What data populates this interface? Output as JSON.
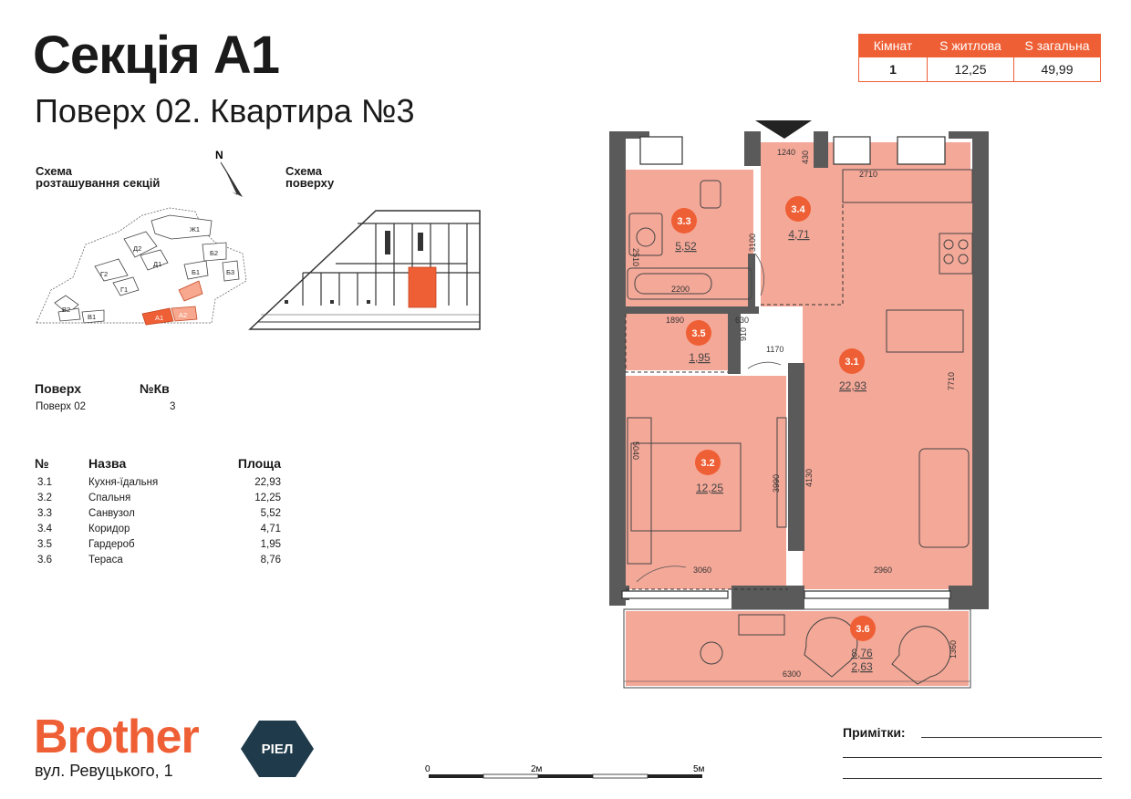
{
  "header": {
    "title": "Секція А1",
    "subtitle": "Поверх 02. Квартира №3"
  },
  "summary": {
    "headers": [
      "Кімнат",
      "S житлова",
      "S загальна"
    ],
    "values": [
      "1",
      "12,25",
      "49,99"
    ]
  },
  "schemes": {
    "sections_label_line1": "Схема",
    "sections_label_line2": "розташування секцій",
    "floor_label_line1": "Схема",
    "floor_label_line2": "поверху",
    "north": "N",
    "section_labels": [
      "Ж1",
      "Д2",
      "Д1",
      "Г2",
      "Г1",
      "Б2",
      "Б1",
      "Б3",
      "А2",
      "А1",
      "В2",
      "В1"
    ]
  },
  "floor_info": {
    "floor_header": "Поверх",
    "apt_header": "№Кв",
    "floor_value": "Поверх 02",
    "apt_value": "3"
  },
  "rooms_table": {
    "headers": [
      "№",
      "Назва",
      "Площа"
    ],
    "rows": [
      {
        "num": "3.1",
        "name": "Кухня-їдальня",
        "area": "22,93"
      },
      {
        "num": "3.2",
        "name": "Спальня",
        "area": "12,25"
      },
      {
        "num": "3.3",
        "name": "Санвузол",
        "area": "5,52"
      },
      {
        "num": "3.4",
        "name": "Коридор",
        "area": "4,71"
      },
      {
        "num": "3.5",
        "name": "Гардероб",
        "area": "1,95"
      },
      {
        "num": "3.6",
        "name": "Тераса",
        "area": "8,76"
      }
    ]
  },
  "plan": {
    "rooms": [
      {
        "id": "3.1",
        "area": "22,93"
      },
      {
        "id": "3.2",
        "area": "12,25"
      },
      {
        "id": "3.3",
        "area": "5,52"
      },
      {
        "id": "3.4",
        "area": "4,71"
      },
      {
        "id": "3.5",
        "area": "1,95"
      },
      {
        "id": "3.6",
        "area": "8,76",
        "area2": "2,63"
      }
    ],
    "dimensions": [
      "1240",
      "430",
      "2710",
      "2510",
      "3100",
      "2200",
      "1890",
      "630",
      "910",
      "1170",
      "7710",
      "5040",
      "3990",
      "4130",
      "3060",
      "2960",
      "6300",
      "1360"
    ]
  },
  "footer": {
    "brand": "Brother",
    "badge": "РІЕЛ",
    "address": "вул. Ревуцького, 1",
    "scale_labels": [
      "0",
      "2м",
      "5м"
    ],
    "notes_label": "Примітки:"
  },
  "colors": {
    "accent": "#ef5f35",
    "room_fill": "#f4a898",
    "wall": "#4a4a4a"
  }
}
